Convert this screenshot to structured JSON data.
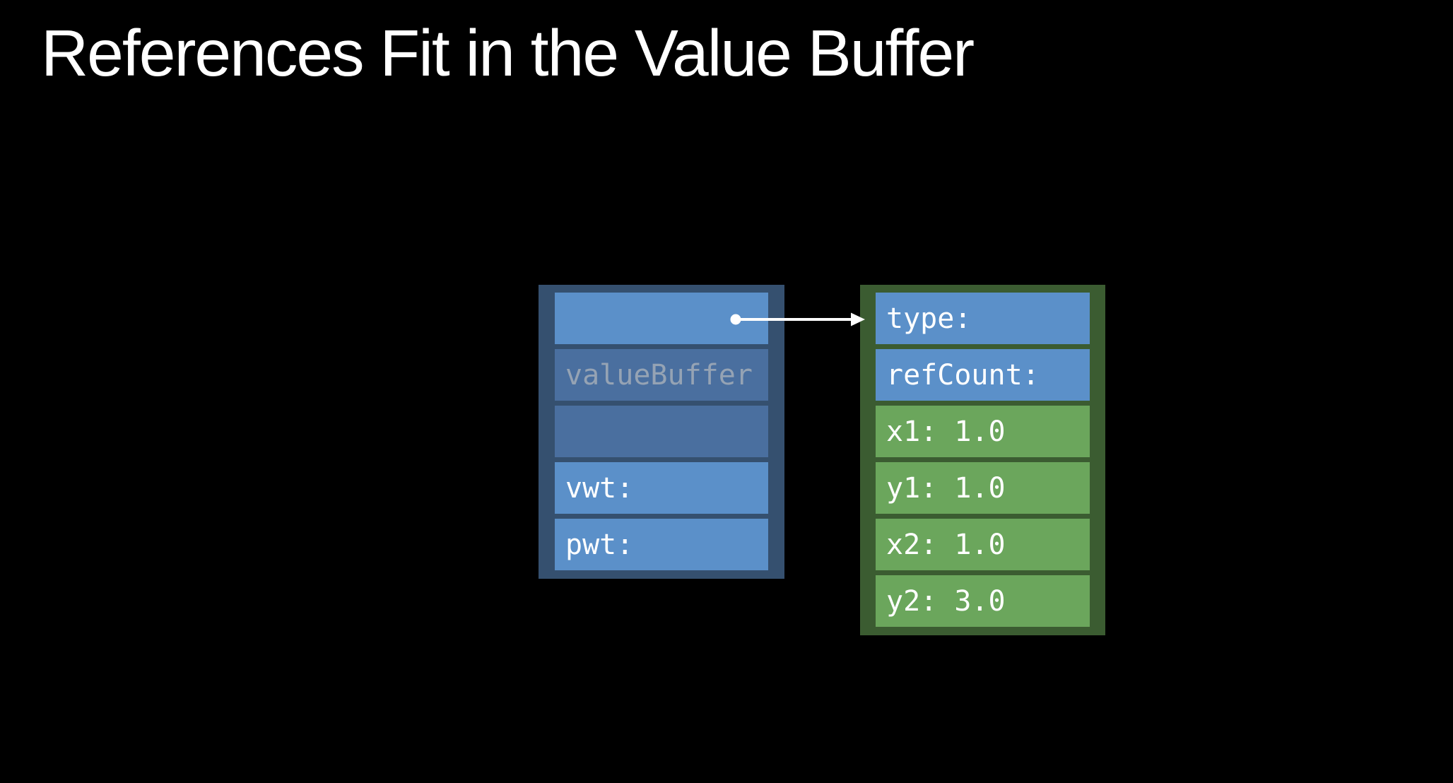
{
  "slide": {
    "title": "References Fit in the Value Buffer"
  },
  "colors": {
    "background": "#000000",
    "container_frame_blue": "#35506F",
    "row_light_blue": "#5B90C9",
    "row_muted_blue": "#4A6F9F",
    "heap_frame_green": "#3B5C31",
    "row_green": "#6BA65C",
    "ghost_label_text": "#95A3B4",
    "row_text": "#FFFFFF",
    "arrow": "#FFFFFF"
  },
  "existential_container": {
    "rows": [
      {
        "label": ""
      },
      {
        "label": "valueBuffer"
      },
      {
        "label": ""
      },
      {
        "label": "vwt:"
      },
      {
        "label": "pwt:"
      }
    ]
  },
  "heap_object": {
    "rows": [
      {
        "label": "type:"
      },
      {
        "label": "refCount:"
      },
      {
        "label": "x1: 1.0"
      },
      {
        "label": "y1: 1.0"
      },
      {
        "label": "x2: 1.0"
      },
      {
        "label": "y2: 3.0"
      }
    ]
  }
}
